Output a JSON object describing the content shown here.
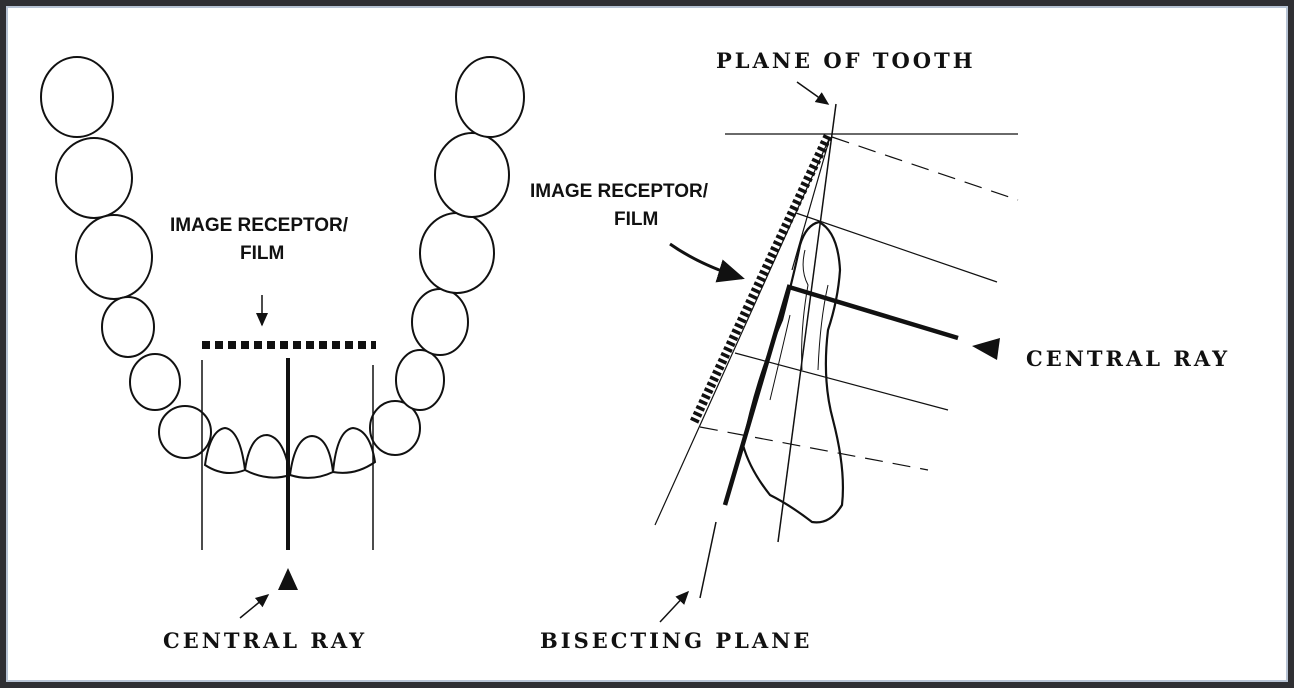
{
  "left_diagram": {
    "receptor_label_line1": "IMAGE RECEPTOR/",
    "receptor_label_line2": "FILM",
    "central_ray_label": "CENTRAL RAY"
  },
  "right_diagram": {
    "plane_of_tooth_label": "PLANE OF TOOTH",
    "receptor_label_line1": "IMAGE RECEPTOR/",
    "receptor_label_line2": "FILM",
    "central_ray_label": "CENTRAL RAY",
    "bisecting_plane_label": "BISECTING PLANE"
  },
  "colors": {
    "ink": "#111111",
    "frame": "#2f2f33",
    "background": "#ffffff"
  }
}
